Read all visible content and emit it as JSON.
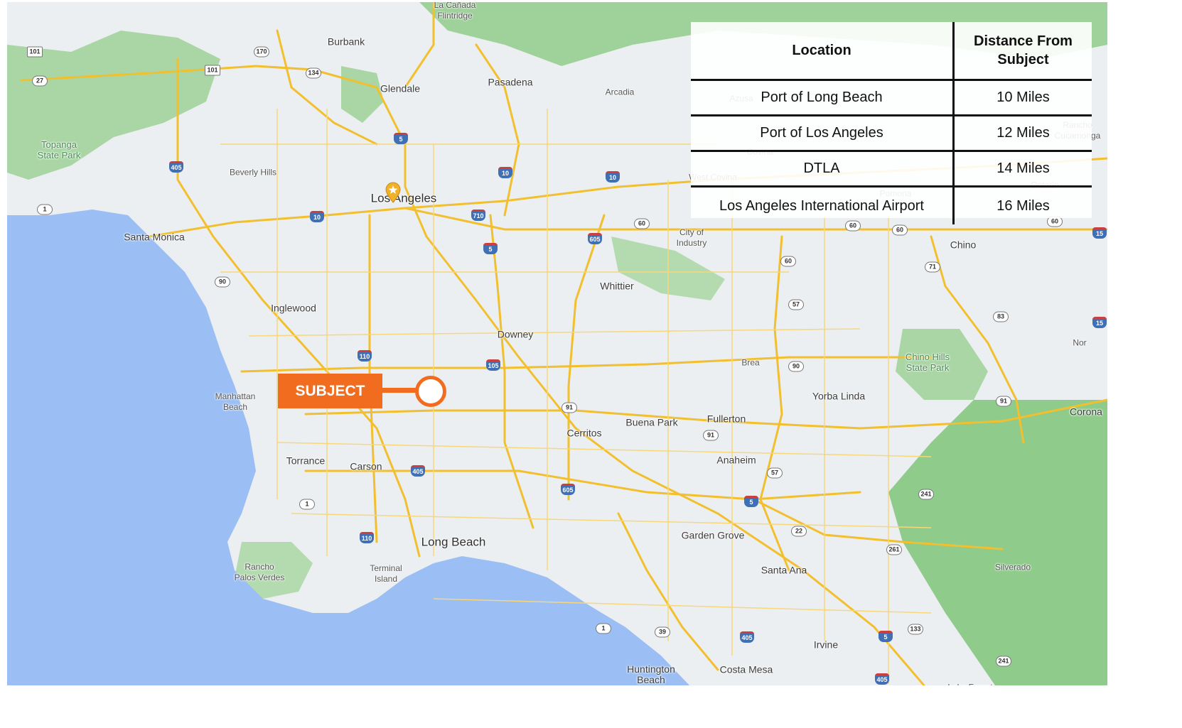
{
  "map": {
    "places": [
      {
        "name": "La Cañada\nFlintridge",
        "style": "small"
      },
      {
        "name": "Burbank",
        "style": "normal"
      },
      {
        "name": "Glendale",
        "style": "normal"
      },
      {
        "name": "Pasadena",
        "style": "normal"
      },
      {
        "name": "Arcadia",
        "style": "small"
      },
      {
        "name": "Topanga\nState Park",
        "style": "park"
      },
      {
        "name": "Beverly Hills",
        "style": "small"
      },
      {
        "name": "Los Angeles",
        "style": "big"
      },
      {
        "name": "Santa Monica",
        "style": "normal"
      },
      {
        "name": "City of\nIndustry",
        "style": "small"
      },
      {
        "name": "Chino",
        "style": "normal"
      },
      {
        "name": "Whittier",
        "style": "normal"
      },
      {
        "name": "Inglewood",
        "style": "normal"
      },
      {
        "name": "Downey",
        "style": "normal"
      },
      {
        "name": "Brea",
        "style": "small"
      },
      {
        "name": "Chino Hills\nState Park",
        "style": "park"
      },
      {
        "name": "Yorba Linda",
        "style": "normal"
      },
      {
        "name": "Corona",
        "style": "normal"
      },
      {
        "name": "Manhattan\nBeach",
        "style": "small"
      },
      {
        "name": "Buena Park",
        "style": "normal"
      },
      {
        "name": "Fullerton",
        "style": "normal"
      },
      {
        "name": "Cerritos",
        "style": "normal"
      },
      {
        "name": "Torrance",
        "style": "normal"
      },
      {
        "name": "Carson",
        "style": "normal"
      },
      {
        "name": "Anaheim",
        "style": "normal"
      },
      {
        "name": "Long Beach",
        "style": "big"
      },
      {
        "name": "Garden Grove",
        "style": "normal"
      },
      {
        "name": "Rancho\nPalos Verdes",
        "style": "small"
      },
      {
        "name": "Terminal\nIsland",
        "style": "small"
      },
      {
        "name": "Santa Ana",
        "style": "normal"
      },
      {
        "name": "Silverado",
        "style": "small"
      },
      {
        "name": "Irvine",
        "style": "normal"
      },
      {
        "name": "Huntington\nBeach",
        "style": "normal"
      },
      {
        "name": "Costa Mesa",
        "style": "normal"
      },
      {
        "name": "West Covina",
        "style": "small"
      },
      {
        "name": "Azusa",
        "style": "small"
      },
      {
        "name": "Covina",
        "style": "small"
      },
      {
        "name": "Rancho\nCucamonga",
        "style": "small"
      },
      {
        "name": "Pomona",
        "style": "small"
      },
      {
        "name": "Ontario",
        "style": "small"
      },
      {
        "name": "Nor",
        "style": "small"
      },
      {
        "name": "Lake Forest",
        "style": "small"
      }
    ],
    "shields": [
      {
        "label": "101",
        "type": "us"
      },
      {
        "label": "170",
        "type": "state"
      },
      {
        "label": "27",
        "type": "state"
      },
      {
        "label": "101",
        "type": "us"
      },
      {
        "label": "134",
        "type": "state"
      },
      {
        "label": "5",
        "type": "interstate"
      },
      {
        "label": "405",
        "type": "interstate"
      },
      {
        "label": "10",
        "type": "interstate"
      },
      {
        "label": "10",
        "type": "interstate"
      },
      {
        "label": "1",
        "type": "state"
      },
      {
        "label": "10",
        "type": "interstate"
      },
      {
        "label": "710",
        "type": "interstate"
      },
      {
        "label": "605",
        "type": "interstate"
      },
      {
        "label": "60",
        "type": "state"
      },
      {
        "label": "60",
        "type": "state"
      },
      {
        "label": "60",
        "type": "state"
      },
      {
        "label": "60",
        "type": "state"
      },
      {
        "label": "15",
        "type": "interstate"
      },
      {
        "label": "5",
        "type": "interstate"
      },
      {
        "label": "90",
        "type": "state"
      },
      {
        "label": "60",
        "type": "state"
      },
      {
        "label": "71",
        "type": "state"
      },
      {
        "label": "57",
        "type": "state"
      },
      {
        "label": "83",
        "type": "state"
      },
      {
        "label": "15",
        "type": "interstate"
      },
      {
        "label": "110",
        "type": "interstate"
      },
      {
        "label": "105",
        "type": "interstate"
      },
      {
        "label": "90",
        "type": "state"
      },
      {
        "label": "91",
        "type": "state"
      },
      {
        "label": "91",
        "type": "state"
      },
      {
        "label": "91",
        "type": "state"
      },
      {
        "label": "405",
        "type": "interstate"
      },
      {
        "label": "57",
        "type": "state"
      },
      {
        "label": "605",
        "type": "interstate"
      },
      {
        "label": "241",
        "type": "state"
      },
      {
        "label": "1",
        "type": "state"
      },
      {
        "label": "5",
        "type": "interstate"
      },
      {
        "label": "110",
        "type": "interstate"
      },
      {
        "label": "22",
        "type": "state"
      },
      {
        "label": "261",
        "type": "state"
      },
      {
        "label": "133",
        "type": "state"
      },
      {
        "label": "1",
        "type": "state"
      },
      {
        "label": "39",
        "type": "state"
      },
      {
        "label": "405",
        "type": "interstate"
      },
      {
        "label": "5",
        "type": "interstate"
      },
      {
        "label": "241",
        "type": "state"
      },
      {
        "label": "405",
        "type": "interstate"
      }
    ],
    "colors": {
      "ocean": "#9bbff4",
      "land": "#eceff1",
      "park": "#a8d5a2",
      "mountain": "#7fbf7f",
      "road": "#f5c84c",
      "freeway": "#f2b91c"
    }
  },
  "table": {
    "header": {
      "location": "Location",
      "distance": "Distance From\nSubject"
    },
    "rows": [
      {
        "location": "Port of Long Beach",
        "distance": "10 Miles"
      },
      {
        "location": "Port of Los Angeles",
        "distance": "12 Miles"
      },
      {
        "location": "DTLA",
        "distance": "14 Miles"
      },
      {
        "location": "Los Angeles International Airport",
        "distance": "16 Miles"
      }
    ]
  },
  "subject": {
    "label": "SUBJECT",
    "color": "#f26c1f"
  }
}
